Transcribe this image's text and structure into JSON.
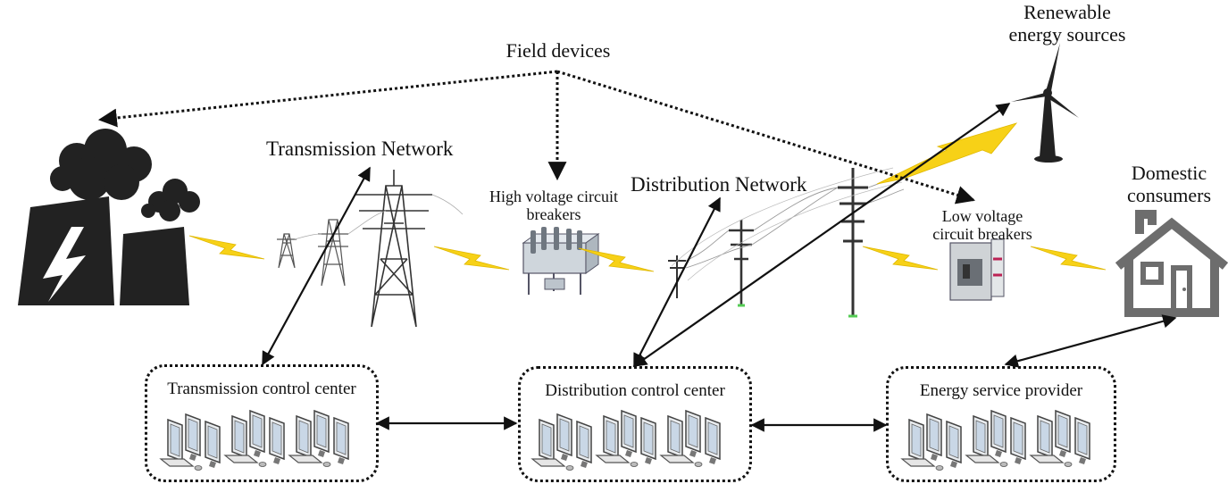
{
  "labels": {
    "field_devices": "Field devices",
    "renewable_line1": "Renewable",
    "renewable_line2": "energy sources",
    "transmission_network": "Transmission Network",
    "hv_breakers_line1": "High voltage circuit",
    "hv_breakers_line2": "breakers",
    "distribution_network": "Distribution Network",
    "lv_breakers_line1": "Low voltage",
    "lv_breakers_line2": "circuit breakers",
    "domestic_line1": "Domestic",
    "domestic_line2": "consumers"
  },
  "control_centers": [
    {
      "title": "Transmission control center"
    },
    {
      "title": "Distribution control center"
    },
    {
      "title": "Energy service provider"
    }
  ],
  "colors": {
    "lightning": "#f7d117",
    "icon_dark": "#222222",
    "house": "#6d6d6d",
    "line": "#111111"
  }
}
